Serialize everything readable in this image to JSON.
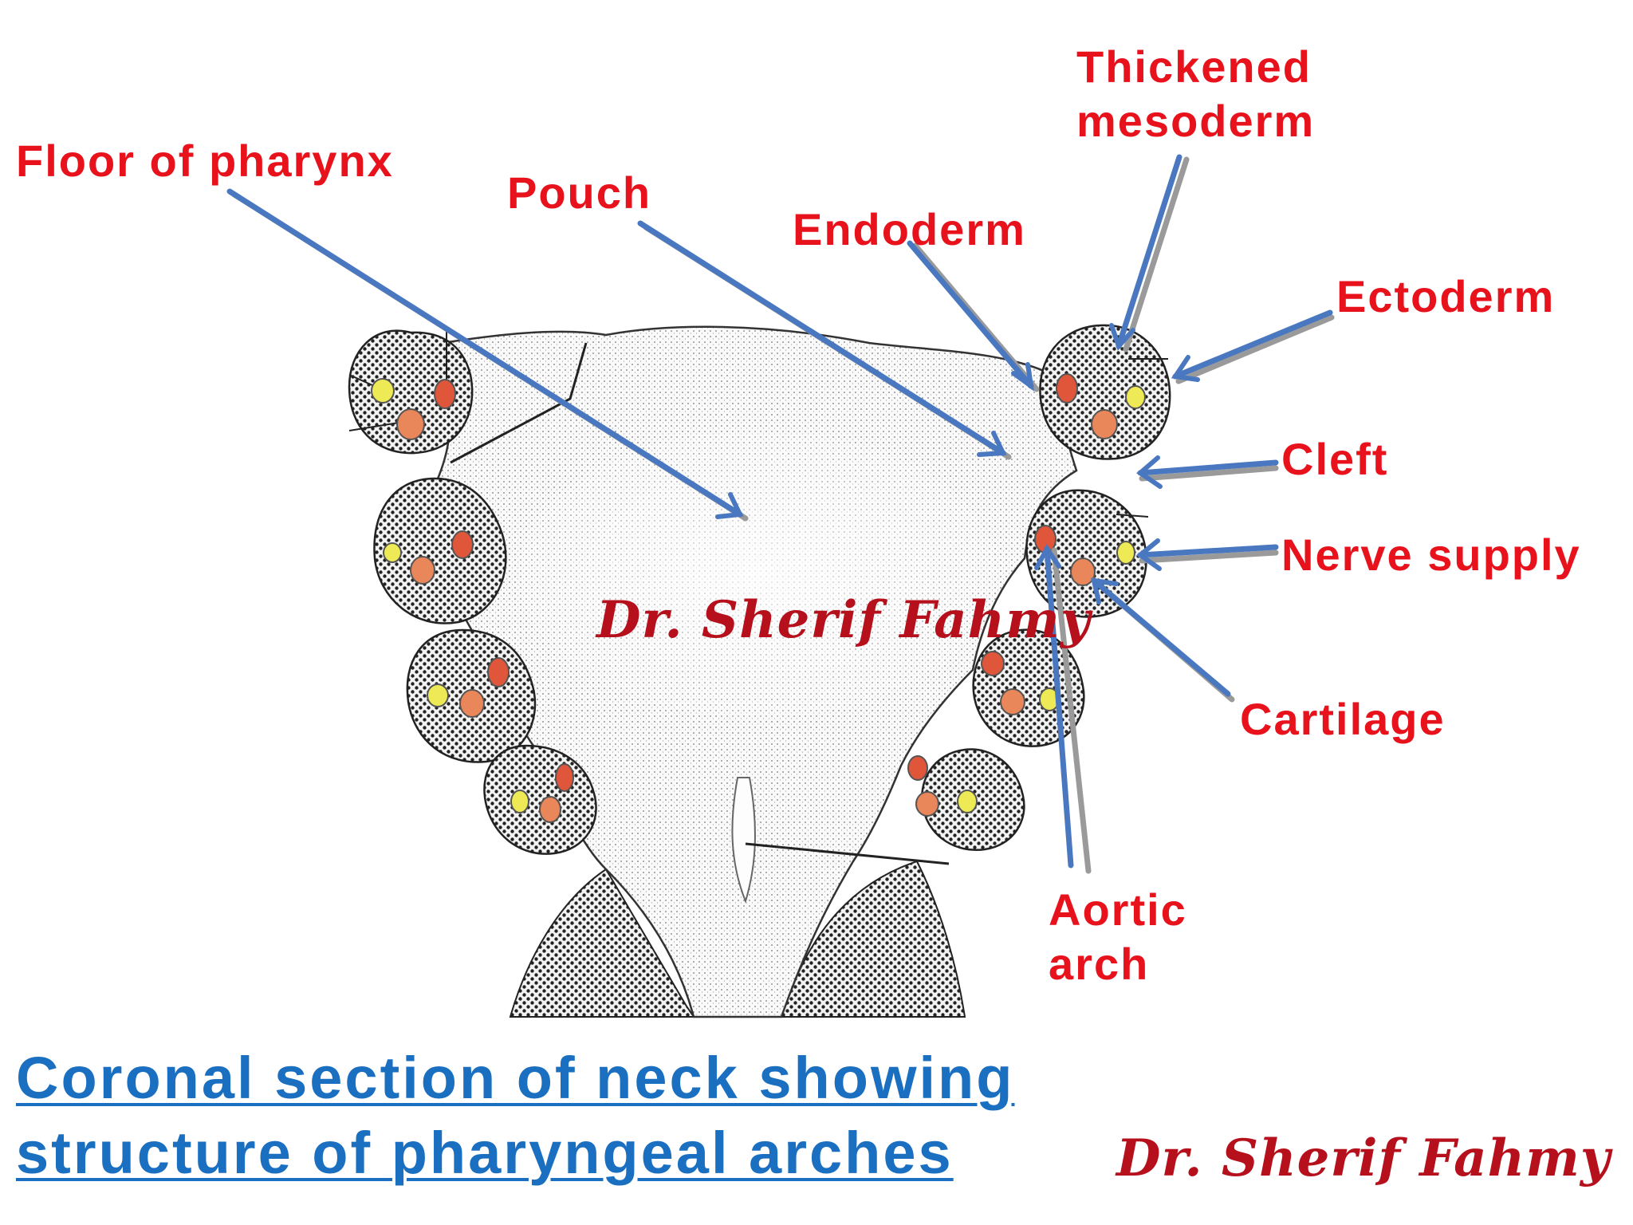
{
  "labels": {
    "floor_of_pharynx": "Floor of pharynx",
    "pouch": "Pouch",
    "endoderm": "Endoderm",
    "thickened_mesoderm": "Thickened\nmesoderm",
    "ectoderm": "Ectoderm",
    "cleft": "Cleft",
    "nerve_supply": "Nerve supply",
    "cartilage": "Cartilage",
    "aortic_arch": "Aortic\narch"
  },
  "caption": "Coronal section of neck showing\nstructure of pharyngeal arches",
  "watermark": "Dr. Sherif Fahmy",
  "colors": {
    "label": "#e8121c",
    "caption": "#1a6fc0",
    "arrow": "#4a78c0",
    "arrow_shadow": "#9a9a9a",
    "watermark": "#b5101b",
    "cartilage_dot": "#e9865a",
    "artery_dot": "#e0563a",
    "nerve_dot": "#eeea55"
  }
}
